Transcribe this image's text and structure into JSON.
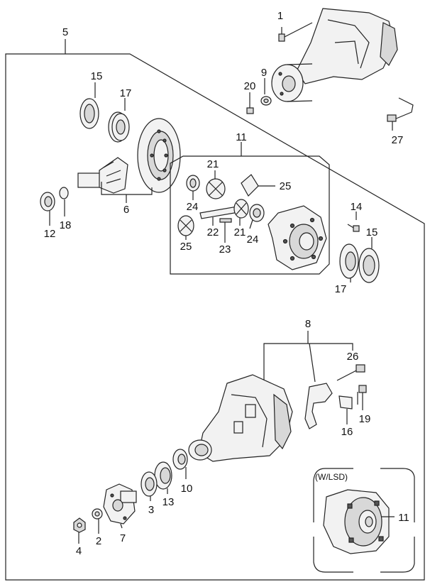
{
  "callouts": {
    "c1": "1",
    "c2": "2",
    "c3": "3",
    "c4": "4",
    "c5": "5",
    "c6": "6",
    "c7": "7",
    "c8": "8",
    "c9": "9",
    "c10": "10",
    "c11": "11",
    "c11b": "11",
    "c12": "12",
    "c13": "13",
    "c14": "14",
    "c15": "15",
    "c15b": "15",
    "c16": "16",
    "c17": "17",
    "c17b": "17",
    "c18": "18",
    "c19": "19",
    "c20": "20",
    "c21": "21",
    "c21b": "21",
    "c22": "22",
    "c23": "23",
    "c24": "24",
    "c24b": "24",
    "c25": "25",
    "c25b": "25",
    "c26": "26",
    "c27": "27"
  },
  "inset": {
    "title": "(W/LSD)"
  }
}
